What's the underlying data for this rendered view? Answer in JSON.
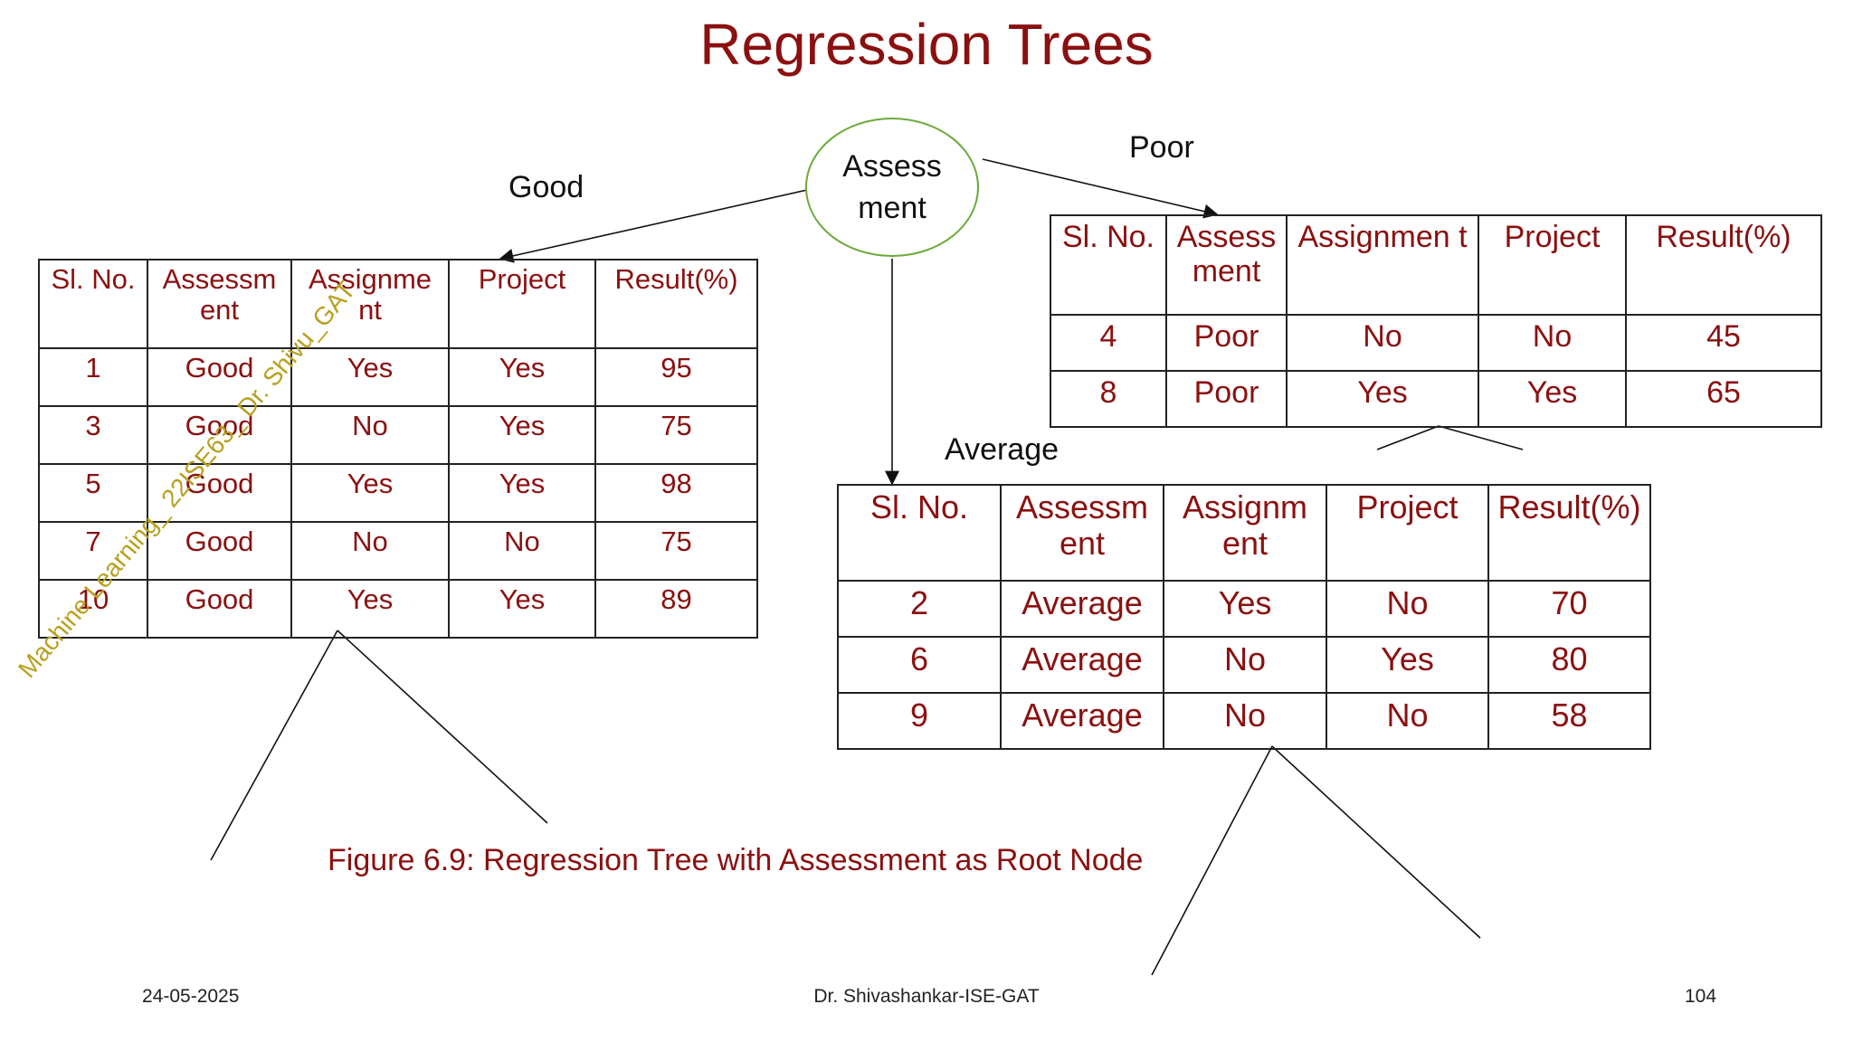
{
  "title": "Regression Trees",
  "root_node": {
    "label": "Assess ment"
  },
  "branches": {
    "good": "Good",
    "poor": "Poor",
    "average": "Average"
  },
  "tables": {
    "good": {
      "headers": [
        "Sl. No.",
        "Assessm ent",
        "Assignme nt",
        "Project",
        "Result(%)"
      ],
      "rows": [
        [
          "1",
          "Good",
          "Yes",
          "Yes",
          "95"
        ],
        [
          "3",
          "Good",
          "No",
          "Yes",
          "75"
        ],
        [
          "5",
          "Good",
          "Yes",
          "Yes",
          "98"
        ],
        [
          "7",
          "Good",
          "No",
          "No",
          "75"
        ],
        [
          "10",
          "Good",
          "Yes",
          "Yes",
          "89"
        ]
      ]
    },
    "poor": {
      "headers": [
        "Sl. No.",
        "Assess ment",
        "Assignmen t",
        "Project",
        "Result(%)"
      ],
      "rows": [
        [
          "4",
          "Poor",
          "No",
          "No",
          "45"
        ],
        [
          "8",
          "Poor",
          "Yes",
          "Yes",
          "65"
        ]
      ]
    },
    "average": {
      "headers": [
        "Sl. No.",
        "Assessm ent",
        "Assignm ent",
        "Project",
        "Result(%)"
      ],
      "rows": [
        [
          "2",
          "Average",
          "Yes",
          "No",
          "70"
        ],
        [
          "6",
          "Average",
          "No",
          "Yes",
          "80"
        ],
        [
          "9",
          "Average",
          "No",
          "No",
          "58"
        ]
      ]
    }
  },
  "caption": "Figure 6.9: Regression Tree with Assessment as Root Node",
  "watermark": "Machine Learning_ 22ISE63_ Dr. Shivu_GAT",
  "footer": {
    "date": "24-05-2025",
    "author": "Dr. Shivashankar-ISE-GAT",
    "page": "104"
  },
  "colors": {
    "title": "#8b1010",
    "table_text": "#8b1010",
    "node_border": "#6aaa3a",
    "watermark": "#b8a020"
  }
}
